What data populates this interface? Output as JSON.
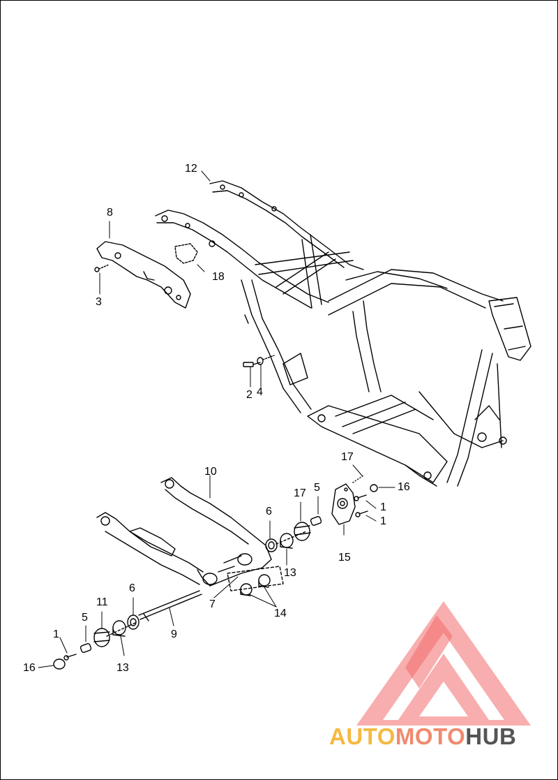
{
  "callouts": [
    {
      "id": "c12",
      "text": "12"
    },
    {
      "id": "c8",
      "text": "8"
    },
    {
      "id": "c18",
      "text": "18"
    },
    {
      "id": "c3",
      "text": "3"
    },
    {
      "id": "c2",
      "text": "2"
    },
    {
      "id": "c4",
      "text": "4"
    },
    {
      "id": "c10",
      "text": "10"
    },
    {
      "id": "c17a",
      "text": "17"
    },
    {
      "id": "c16a",
      "text": "16"
    },
    {
      "id": "c1a",
      "text": "1"
    },
    {
      "id": "c1b",
      "text": "1"
    },
    {
      "id": "c6a",
      "text": "6"
    },
    {
      "id": "c17b",
      "text": "17"
    },
    {
      "id": "c5a",
      "text": "5"
    },
    {
      "id": "c15",
      "text": "15"
    },
    {
      "id": "c13a",
      "text": "13"
    },
    {
      "id": "c7",
      "text": "7"
    },
    {
      "id": "c14",
      "text": "14"
    },
    {
      "id": "c6b",
      "text": "6"
    },
    {
      "id": "c11",
      "text": "11"
    },
    {
      "id": "c5b",
      "text": "5"
    },
    {
      "id": "c9",
      "text": "9"
    },
    {
      "id": "c1c",
      "text": "1"
    },
    {
      "id": "c16b",
      "text": "16"
    },
    {
      "id": "c13b",
      "text": "13"
    }
  ],
  "watermark": {
    "word_1": "AUTO",
    "word_2": "MOTO",
    "word_3": "HUB",
    "color_1": "#f5b942",
    "color_2": "#f08a6e",
    "color_3": "#555555",
    "triangle_color": "#f26b6b"
  }
}
